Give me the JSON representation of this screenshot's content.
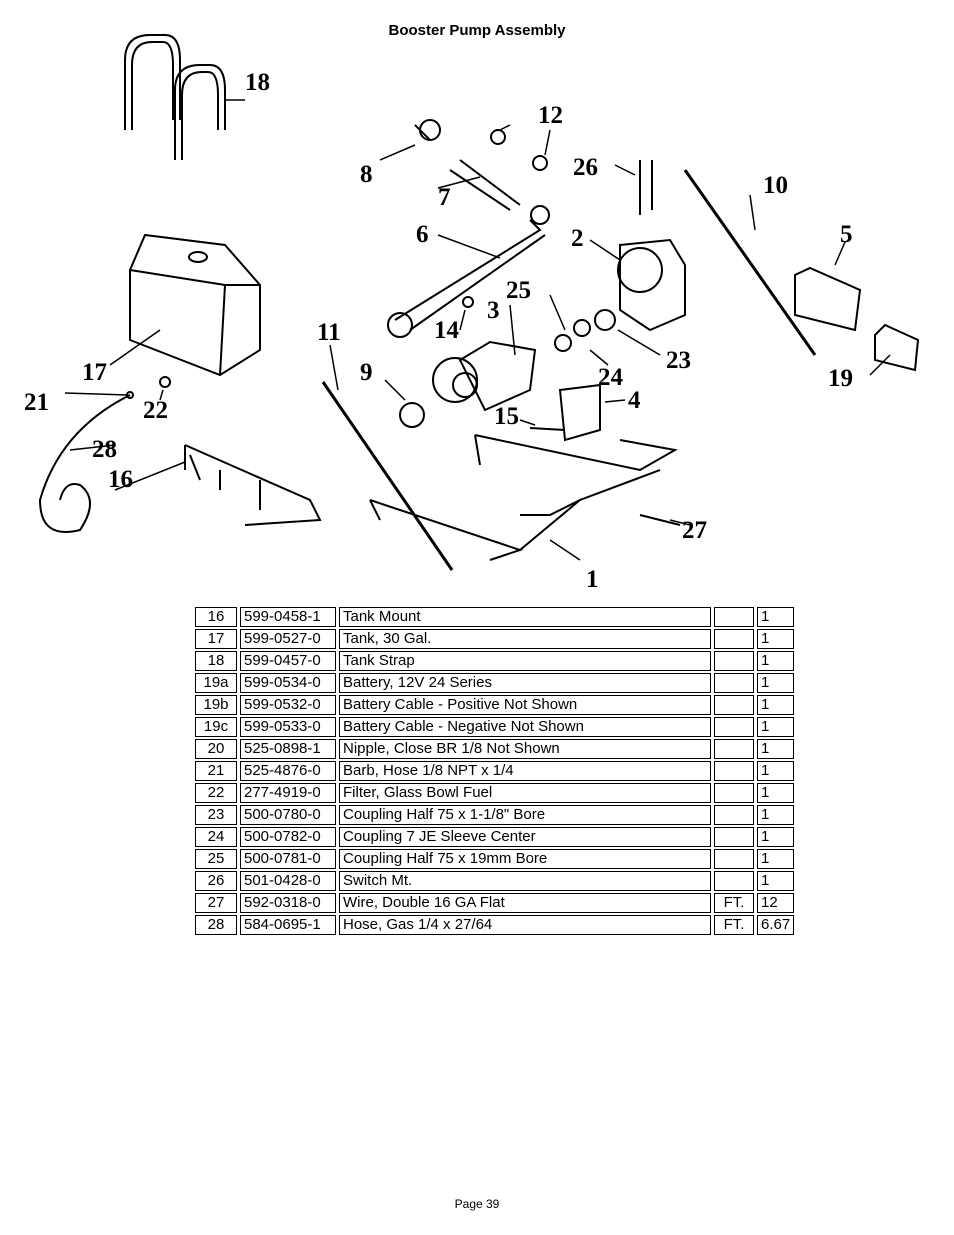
{
  "title": "Booster Pump Assembly",
  "diagram": {
    "callouts": [
      "1",
      "2",
      "3",
      "4",
      "5",
      "6",
      "7",
      "8",
      "9",
      "10",
      "11",
      "12",
      "14",
      "15",
      "16",
      "17",
      "18",
      "19",
      "21",
      "22",
      "23",
      "24",
      "25",
      "26",
      "27",
      "28"
    ]
  },
  "parts_table": {
    "rows": [
      {
        "item": "16",
        "part": "599-0458-1",
        "desc": "Tank Mount",
        "unit": "",
        "qty": "1"
      },
      {
        "item": "17",
        "part": "599-0527-0",
        "desc": "Tank, 30 Gal.",
        "unit": "",
        "qty": "1"
      },
      {
        "item": "18",
        "part": "599-0457-0",
        "desc": "Tank Strap",
        "unit": "",
        "qty": "1"
      },
      {
        "item": "19a",
        "part": "599-0534-0",
        "desc": "Battery, 12V 24 Series",
        "unit": "",
        "qty": "1"
      },
      {
        "item": "19b",
        "part": "599-0532-0",
        "desc": "Battery Cable - Positive  Not Shown",
        "unit": "",
        "qty": "1"
      },
      {
        "item": "19c",
        "part": "599-0533-0",
        "desc": "Battery Cable - Negative Not Shown",
        "unit": "",
        "qty": "1"
      },
      {
        "item": "20",
        "part": "525-0898-1",
        "desc": "Nipple, Close BR 1/8 Not Shown",
        "unit": "",
        "qty": "1"
      },
      {
        "item": "21",
        "part": "525-4876-0",
        "desc": "Barb, Hose 1/8 NPT x 1/4",
        "unit": "",
        "qty": "1"
      },
      {
        "item": "22",
        "part": "277-4919-0",
        "desc": "Filter, Glass Bowl Fuel",
        "unit": "",
        "qty": "1"
      },
      {
        "item": "23",
        "part": "500-0780-0",
        "desc": "Coupling Half 75 x 1-1/8\" Bore",
        "unit": "",
        "qty": "1"
      },
      {
        "item": "24",
        "part": "500-0782-0",
        "desc": "Coupling  7 JE Sleeve Center",
        "unit": "",
        "qty": "1"
      },
      {
        "item": "25",
        "part": "500-0781-0",
        "desc": "Coupling Half 75 x 19mm Bore",
        "unit": "",
        "qty": "1"
      },
      {
        "item": "26",
        "part": "501-0428-0",
        "desc": "Switch Mt.",
        "unit": "",
        "qty": "1"
      },
      {
        "item": "27",
        "part": "592-0318-0",
        "desc": "Wire, Double 16 GA Flat",
        "unit": "FT.",
        "qty": "12"
      },
      {
        "item": "28",
        "part": "584-0695-1",
        "desc": "Hose, Gas 1/4 x 27/64",
        "unit": "FT.",
        "qty": "6.67"
      }
    ]
  },
  "footer": {
    "page": "Page 39"
  }
}
